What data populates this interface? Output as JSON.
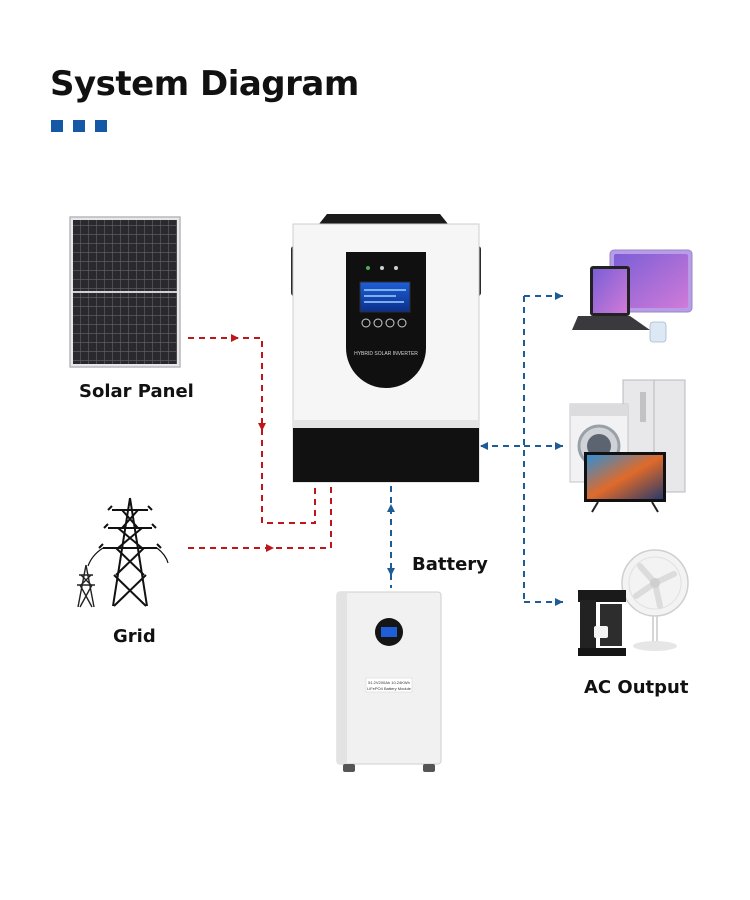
{
  "title": "System Diagram",
  "colors": {
    "accent": "#1558a6",
    "ac_line": "#c0161b",
    "dc_line": "#1f5b94"
  },
  "inverter": {
    "panel_text": "HYBRID SOLAR INVERTER"
  },
  "battery_unit": {
    "spec_line1": "51.2V200Ah 10.24KWh",
    "spec_line2": "LiFePO4 Battery Module"
  },
  "labels": {
    "solar_panel": "Solar Panel",
    "grid": "Grid",
    "battery": "Battery",
    "ac_output": "AC Output"
  }
}
